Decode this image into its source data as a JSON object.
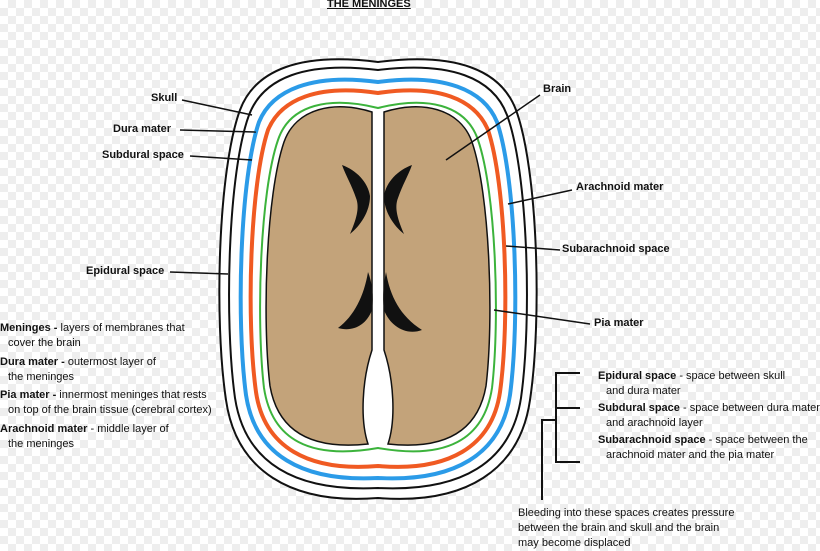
{
  "title": "THE MENINGES",
  "labels": {
    "skull": "Skull",
    "dura_mater": "Dura mater",
    "subdural_space": "Subdural space",
    "epidural_space": "Epidural space",
    "brain": "Brain",
    "arachnoid_mater": "Arachnoid mater",
    "subarachnoid_space": "Subarachnoid space",
    "pia_mater": "Pia mater"
  },
  "left_definitions": [
    {
      "term": "Meninges -",
      "line1": " layers of membranes that",
      "line2": "cover the brain"
    },
    {
      "term": "Dura mater -",
      "line1": " outermost layer of",
      "line2": "the meninges"
    },
    {
      "term": "Pia mater -",
      "line1": " innermost meninges that rests",
      "line2": "on top of the brain tissue (cerebral cortex)"
    },
    {
      "term": "Arachnoid mater",
      "line1": " - middle layer of",
      "line2": "the meninges"
    }
  ],
  "right_definitions": [
    {
      "term": "Epidural space",
      "line1": " - space between skull",
      "line2": "and dura mater"
    },
    {
      "term": "Subdural space",
      "line1": " - space between dura mater",
      "line2": "and arachnoid layer"
    },
    {
      "term": "Subarachnoid space",
      "line1": " - space between the",
      "line2": "arachnoid mater and the pia mater"
    }
  ],
  "bleeding_note": {
    "line1": "Bleeding into these spaces creates pressure",
    "line2": "between the brain and skull and the brain",
    "line3": "may become displaced"
  },
  "colors": {
    "skull": "#111111",
    "dura": "#2b9be8",
    "arachnoid": "#f05a22",
    "pia": "#3cb33c",
    "brain": "#c3a37a",
    "ventricle": "#111111"
  }
}
